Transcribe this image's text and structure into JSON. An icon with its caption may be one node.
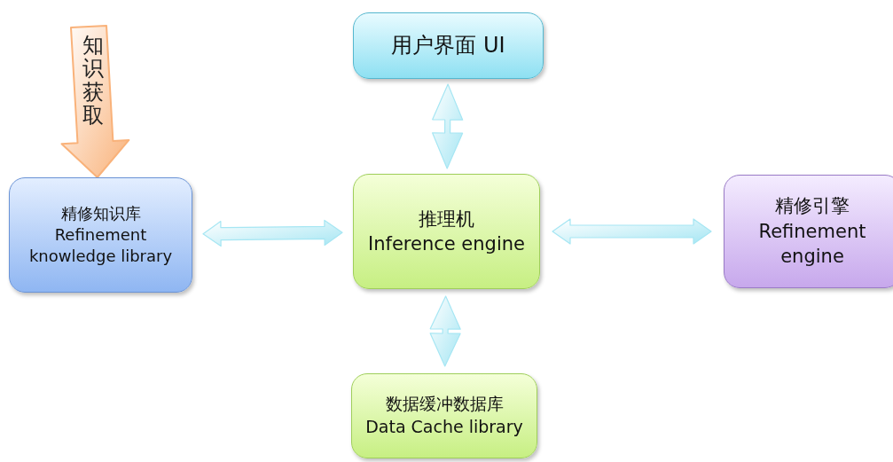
{
  "diagram": {
    "nodes": [
      {
        "text": [
          "用户界面 UI"
        ]
      },
      {
        "text": [
          "精修知识库",
          "Refinement knowledge library"
        ]
      },
      {
        "text": [
          "推理机",
          "Inference engine"
        ]
      },
      {
        "text": [
          "精修引擎",
          "Refinement engine"
        ]
      },
      {
        "text": [
          "数据缓冲数据库",
          "Data Cache library"
        ]
      }
    ],
    "edges": [
      {
        "from": null,
        "to": 1,
        "arrow": "to",
        "label": "知识获取",
        "style": "thick",
        "color": "#f9b27a"
      },
      {
        "from": 0,
        "to": 2,
        "arrow": "both"
      },
      {
        "from": 1,
        "to": 2,
        "arrow": "both"
      },
      {
        "from": 2,
        "to": 3,
        "arrow": "both"
      },
      {
        "from": 2,
        "to": 4,
        "arrow": "both"
      }
    ]
  }
}
